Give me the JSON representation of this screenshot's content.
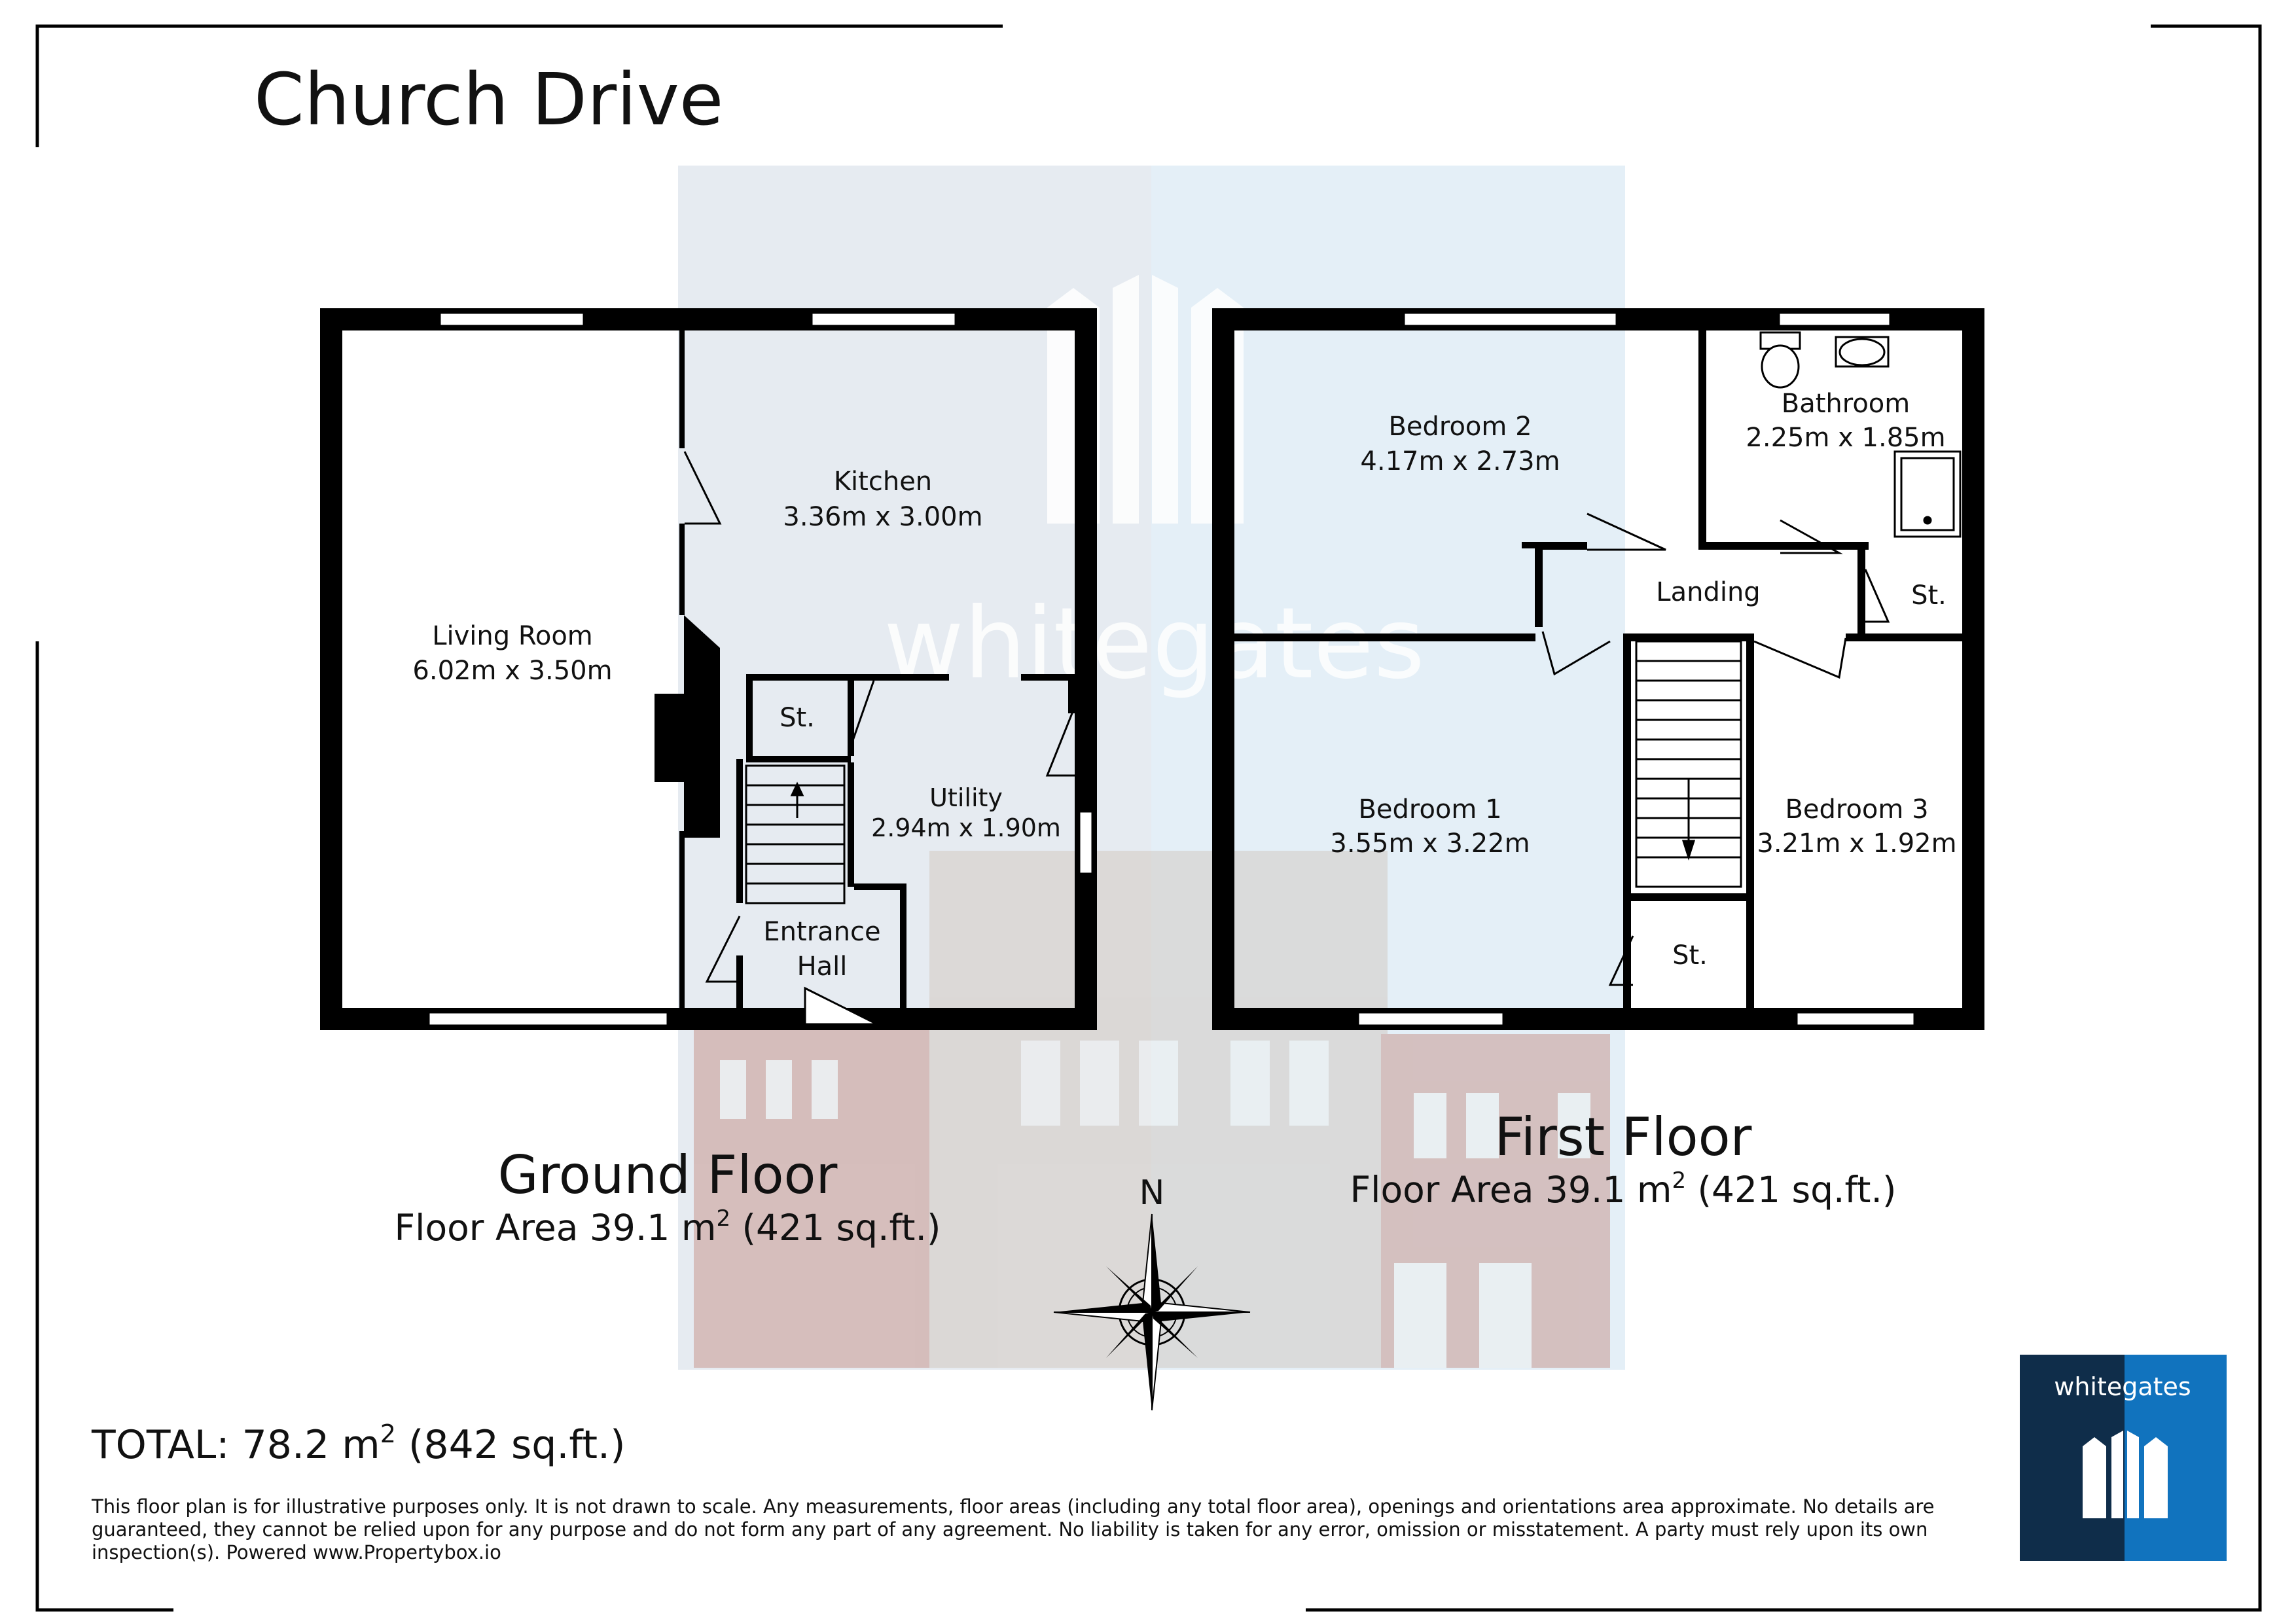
{
  "title": "Church Drive",
  "ground_floor": {
    "heading": "Ground Floor",
    "area_label": "Floor Area 39.1 m",
    "area_sup": "2",
    "area_suffix": " (421 sq.ft.)",
    "rooms": {
      "living_room": {
        "name": "Living Room",
        "size": "6.02m x 3.50m"
      },
      "kitchen": {
        "name": "Kitchen",
        "size": "3.36m x 3.00m"
      },
      "store": {
        "name": "St."
      },
      "utility": {
        "name": "Utility",
        "size": "2.94m x 1.90m"
      },
      "entrance_hall": {
        "line1": "Entrance",
        "line2": "Hall"
      }
    }
  },
  "first_floor": {
    "heading": "First Floor",
    "area_label": "Floor Area 39.1 m",
    "area_sup": "2",
    "area_suffix": " (421 sq.ft.)",
    "rooms": {
      "bedroom_2": {
        "name": "Bedroom 2",
        "size": "4.17m x 2.73m"
      },
      "bathroom": {
        "name": "Bathroom",
        "size": "2.25m x 1.85m"
      },
      "landing": {
        "name": "Landing"
      },
      "store_right": {
        "name": "St."
      },
      "bedroom_1": {
        "name": "Bedroom 1",
        "size": "3.55m x 3.22m"
      },
      "bedroom_3": {
        "name": "Bedroom 3",
        "size": "3.21m x 1.92m"
      },
      "store_bottom": {
        "name": "St."
      }
    }
  },
  "compass": {
    "north": "N"
  },
  "total": {
    "label": "TOTAL: 78.2 m",
    "sup": "2",
    "suffix": " (842 sq.ft.)"
  },
  "disclaimer": {
    "line1": "This floor plan is for illustrative purposes only. It is not drawn to scale. Any measurements, floor areas (including any total floor area), openings and orientations area approximate. No details are",
    "line2": "guaranteed, they cannot be relied upon for any purpose and do not form any part of any agreement. No liability is taken for any error, omission or misstatement. A party must rely upon its own",
    "line3": "inspection(s). Powered www.Propertybox.io"
  },
  "watermark": {
    "text": "whitegates"
  },
  "logo": {
    "text": "whitegates"
  },
  "colors": {
    "wall": "#000000",
    "watermark_left": "#e6ebf1",
    "watermark_right": "#e4eff7",
    "logo_dark": "#0f2d4a",
    "logo_blue": "#1173be"
  }
}
